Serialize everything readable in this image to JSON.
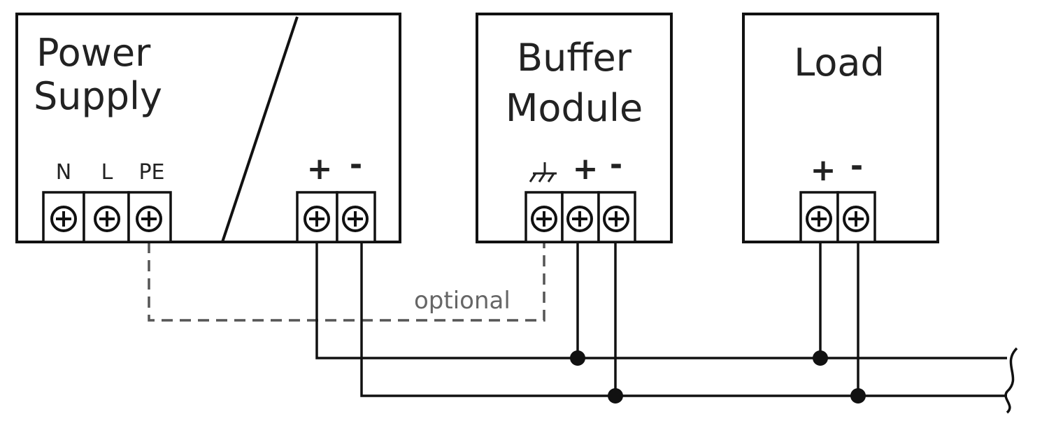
{
  "power_supply": {
    "title_line1": "Power",
    "title_line2": "Supply",
    "terminals": [
      "N",
      "L",
      "PE"
    ],
    "out_plus": "+",
    "out_minus": "-"
  },
  "buffer_module": {
    "title_line1": "Buffer",
    "title_line2": "Module",
    "plus": "+",
    "minus": "-"
  },
  "load": {
    "title": "Load",
    "plus": "+",
    "minus": "-"
  },
  "optional_label": "optional"
}
